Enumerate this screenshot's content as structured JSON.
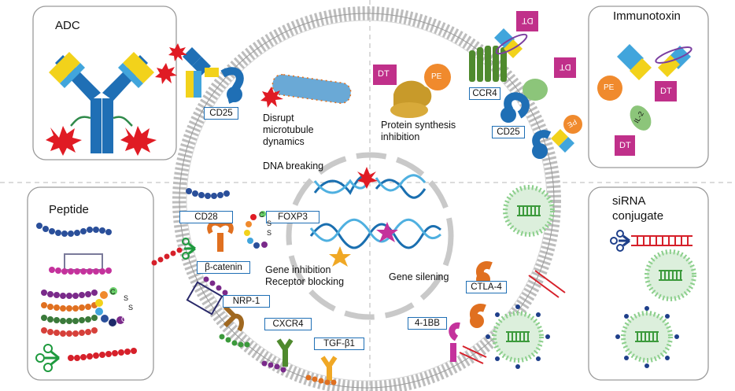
{
  "panels": {
    "adc": "ADC",
    "immunotoxin": "Immunotoxin",
    "peptide": "Peptide",
    "sirna": "siRNA\nconjugate"
  },
  "receptors": {
    "cd25_top": "CD25",
    "ccr4": "CCR4",
    "cd25_right": "CD25",
    "cd28": "CD28",
    "foxp3": "FOXP3",
    "beta_catenin": "β-catenin",
    "nrp1": "NRP-1",
    "cxcr4": "CXCR4",
    "tgfb1": "TGF-β1",
    "ctla4": "CTLA-4",
    "fourbb": "4-1BB"
  },
  "mechanisms": {
    "microtubule": "Disrupt\nmicrotubule\ndynamics",
    "dna_breaking": "DNA breaking",
    "protein_synthesis": "Protein synthesis\ninhibition",
    "gene_inhibition": "Gene inhibition\nReceptor blocking",
    "gene_silencing": "Gene silening"
  },
  "toxins": {
    "dt": "DT",
    "pe": "PE",
    "il2": "IL-2"
  },
  "peptide_letters": {
    "c": "C",
    "s": "S"
  },
  "colors": {
    "antibody_blue": "#1f6fb5",
    "antibody_yellow": "#f2d21b",
    "antibody_light": "#41a5dc",
    "payload_red": "#e01b24",
    "toxin_magenta": "#c0308a",
    "pe_orange": "#f08a2d",
    "membrane_gray": "#c8c8c8",
    "receptor_green": "#4f8a2e",
    "peptide_navy": "#2a4f9a",
    "peptide_magenta": "#c4329c",
    "sirna_green": "#3c9a3c"
  }
}
